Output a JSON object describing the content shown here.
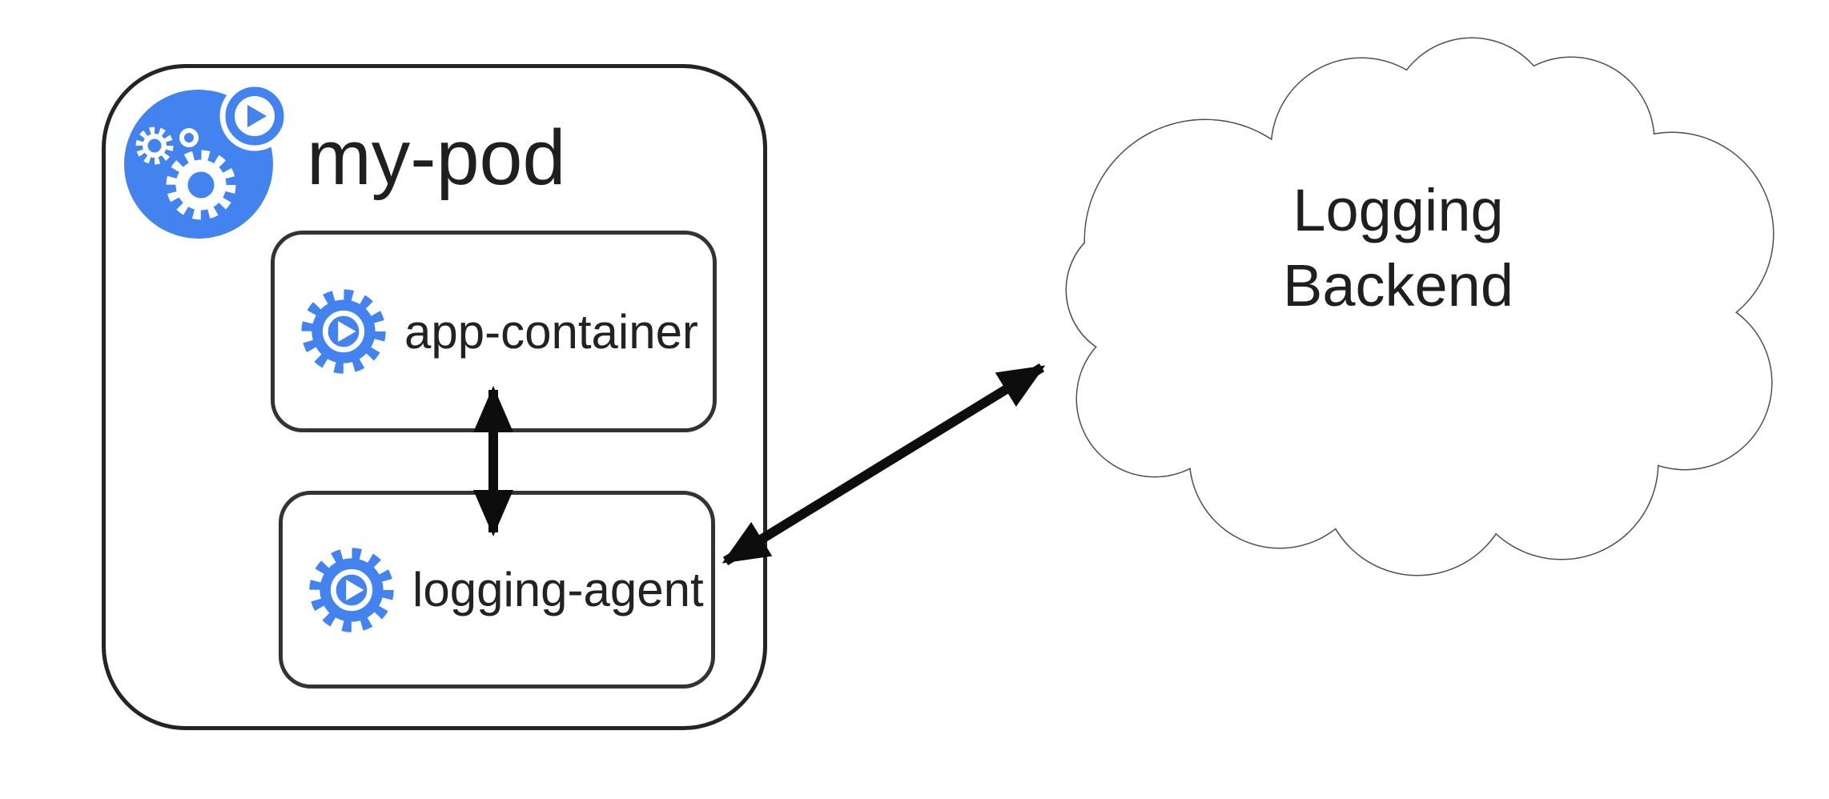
{
  "pod": {
    "title": "my-pod",
    "icon": "kubernetes-pod-icon",
    "containers": [
      {
        "label": "app-container",
        "icon": "container-gear-play-icon"
      },
      {
        "label": "logging-agent",
        "icon": "container-gear-play-icon"
      }
    ]
  },
  "cloud": {
    "label": "Logging Backend",
    "lines": [
      "Logging",
      "Backend"
    ]
  },
  "connections": [
    {
      "from": "app-container",
      "to": "logging-agent",
      "style": "double-headed-arrow"
    },
    {
      "from": "logging-agent",
      "to": "Logging Backend",
      "style": "double-headed-arrow"
    }
  ],
  "colors": {
    "icon_blue": "#4383f0",
    "pod_border": "#242424",
    "container_border": "#333333",
    "cloud_outline": "#4f4f4f",
    "arrow": "#0d0d0d",
    "text": "#1f1f1f",
    "background": "#ffffff"
  }
}
